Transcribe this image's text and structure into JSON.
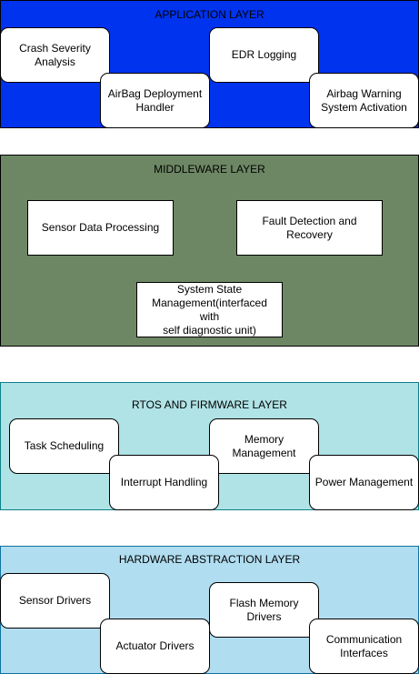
{
  "colors": {
    "application": "#0033ee",
    "middleware": "#6d8764",
    "rtos": "#b0e3e6",
    "hardware": "#b1ddf0",
    "rtos_border": "#0e8088",
    "hardware_border": "#10739e"
  },
  "layers": {
    "application": {
      "title": "APPLICATION LAYER",
      "boxes": {
        "crash": "Crash Severity\nAnalysis",
        "edr": "EDR Logging",
        "airbag_deploy": "AirBag Deployment\nHandler",
        "airbag_warning": "Airbag Warning\nSystem Activation"
      }
    },
    "middleware": {
      "title": "MIDDLEWARE LAYER",
      "boxes": {
        "sensor_processing": "Sensor Data Processing",
        "fault": "Fault Detection and\nRecovery",
        "system_state": "System State\nManagement(interfaced with\nself diagnostic unit)"
      }
    },
    "rtos": {
      "title": "RTOS AND FIRMWARE LAYER",
      "boxes": {
        "task": "Task Scheduling",
        "memory": "Memory Management",
        "interrupt": "Interrupt Handling",
        "power": "Power Management"
      }
    },
    "hardware": {
      "title": "HARDWARE ABSTRACTION LAYER",
      "boxes": {
        "sensor_drivers": "Sensor Drivers",
        "flash": "Flash Memory Drivers",
        "actuator": "Actuator Drivers",
        "comm": "Communication\nInterfaces"
      }
    }
  }
}
